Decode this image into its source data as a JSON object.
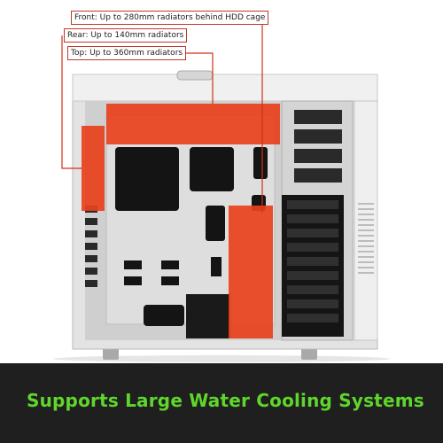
{
  "callouts": {
    "front": "Front: Up to 280mm radiators behind HDD cage",
    "rear": "Rear: Up to 140mm radiators",
    "top": "Top: Up to 360mm radiators"
  },
  "banner": {
    "text": "Supports Large Water Cooling Systems"
  },
  "colors": {
    "accent_red": "#e8401c",
    "banner_bg": "#1f1f1f",
    "banner_text": "#5fd62c"
  }
}
